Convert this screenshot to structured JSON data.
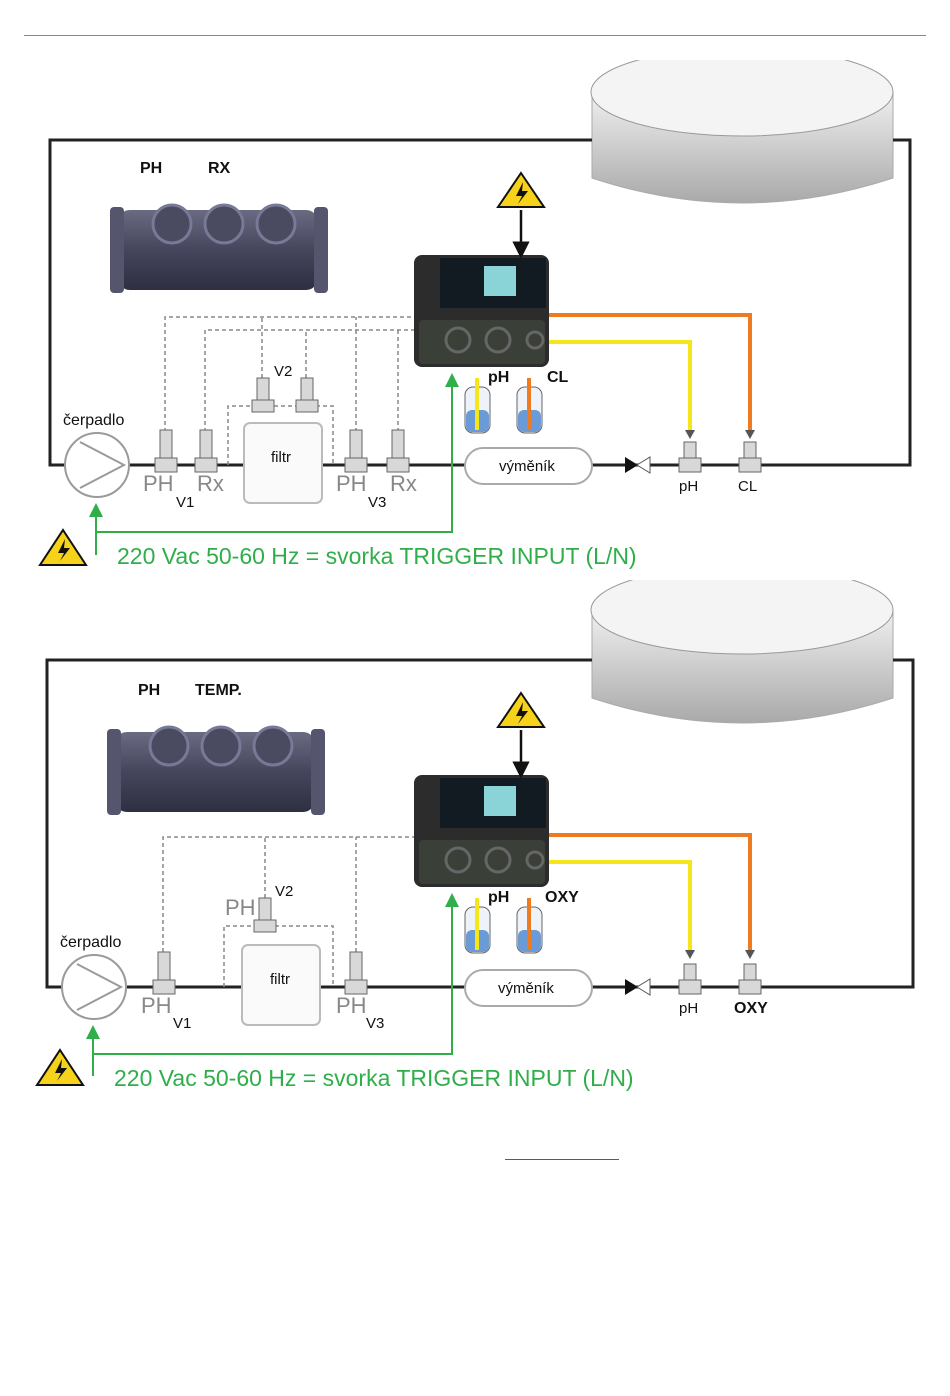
{
  "diagrams": [
    {
      "sensor_labels": [
        "PH",
        "RX"
      ],
      "pump_label": "čerpadlo",
      "filter_label": "filtr",
      "exchanger_label": "výměník",
      "valve_labels": [
        "V1",
        "V2",
        "V3"
      ],
      "probe_letters": [
        "PH",
        "Rx",
        "PH",
        "Rx"
      ],
      "tank_labels": [
        "pH",
        "CL"
      ],
      "injection_labels": [
        "pH",
        "CL"
      ],
      "power_text": "220 Vac 50-60 Hz = svorka TRIGGER INPUT (L/N)"
    },
    {
      "sensor_labels": [
        "PH",
        "TEMP."
      ],
      "pump_label": "čerpadlo",
      "filter_label": "filtr",
      "exchanger_label": "výměník",
      "valve_labels": [
        "V1",
        "V2",
        "V3"
      ],
      "probe_letters": [
        "PH",
        "PH",
        "PH"
      ],
      "tank_labels": [
        "pH",
        "OXY"
      ],
      "injection_labels": [
        "pH",
        "OXY"
      ],
      "power_text": "220 Vac 50-60 Hz = svorka TRIGGER INPUT (L/N)"
    }
  ],
  "colors": {
    "pipe": "#222222",
    "signal_line": "#2fae4a",
    "yellow_line": "#f5e61c",
    "orange_line": "#ee7a22",
    "warning": "#f6d21a",
    "header_rule": "#5b8fc9"
  }
}
